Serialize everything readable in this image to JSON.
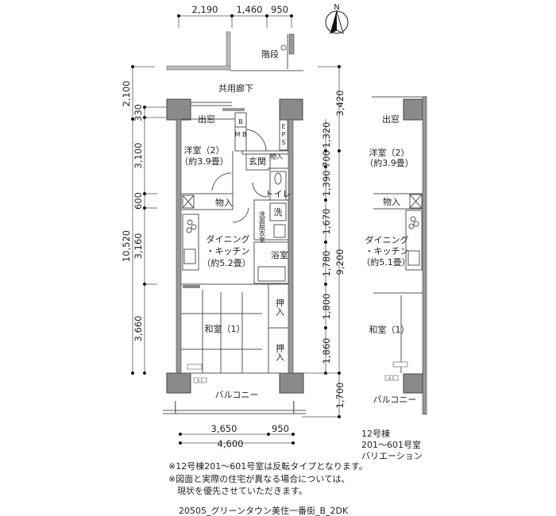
{
  "top_dimensions": [
    "2,190",
    "1,460",
    "950"
  ],
  "north_label": "N",
  "stairs_label": "階段",
  "corridor_label": "共用廊下",
  "left_outer_dimensions": [
    "2,100",
    "10,520"
  ],
  "left_inner_dimensions": [
    "330",
    "3,100",
    "600",
    "3,160",
    "3,660"
  ],
  "right_outer_dimensions": [
    "3,420",
    "9,200",
    "1,700"
  ],
  "right_inner_dimensions": [
    "1,320",
    "700",
    "1,390",
    "1,670",
    "1,780",
    "1,800",
    "1,860"
  ],
  "main_plan": {
    "bay_window": "出窓",
    "western_room": "洋室（2）",
    "western_room_size": "（約3.9畳）",
    "b_label": "B",
    "mb_label": "M B",
    "eps_label": "E P S",
    "entrance": "玄関",
    "storage_small": "物入",
    "toilet": "トイレ",
    "storage": "物入",
    "washroom": "洗面脱衣室",
    "washer": "洗",
    "dining": "ダイニング",
    "kitchen": "・キッチン",
    "dining_size": "（約5.2畳）",
    "bath": "浴室",
    "japanese_room": "和室（1）",
    "closet_1": "押入",
    "closet_2": "押入",
    "ac_label": "A C",
    "balcony": "バルコニー"
  },
  "bottom_dimensions": [
    "3,650",
    "950",
    "4,600"
  ],
  "variation_plan": {
    "bay_window": "出窓",
    "western_room": "洋室（2）",
    "western_room_size": "（約3.9畳）",
    "storage": "物入",
    "dining": "ダイニング",
    "kitchen": "・キッチン",
    "dining_size": "（約5.1畳）",
    "japanese_room": "和室（1）",
    "ac_label": "A C",
    "balcony": "バルコニー",
    "caption": [
      "12号棟",
      "201～601号室",
      "バリエーション"
    ]
  },
  "notes": [
    "※12号棟201～601号室は反転タイプとなります。",
    "※図面と実際の住宅が異なる場合については、",
    "　現状を優先させていただきます。"
  ],
  "footer_code": "20505_グリーンタウン美住一番街_B_2DK"
}
